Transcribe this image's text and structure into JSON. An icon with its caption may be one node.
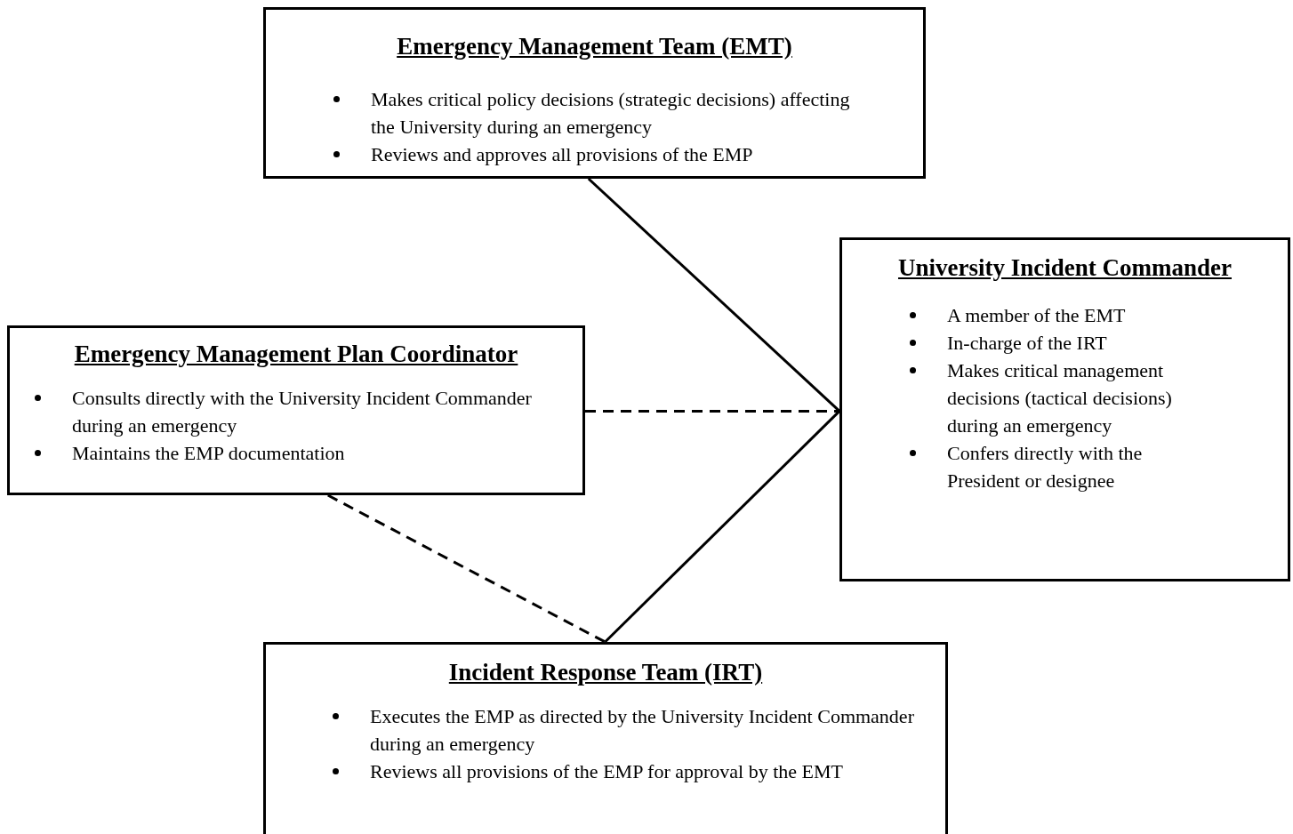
{
  "diagram": {
    "nodes": [
      {
        "text": [
          "Emergency Management Team (EMT)",
          "Makes critical policy decisions (strategic decisions) affecting the University during an emergency",
          "Reviews and approves all provisions of the EMP"
        ]
      },
      {
        "text": [
          "University Incident Commander",
          "A member of the EMT",
          "In-charge of the IRT",
          "Makes critical management decisions (tactical decisions) during an emergency",
          "Confers directly with the President or designee"
        ]
      },
      {
        "text": [
          "Emergency Management Plan Coordinator",
          "Consults directly with the University Incident Commander during an emergency",
          "Maintains the EMP documentation"
        ]
      },
      {
        "text": [
          "Incident Response Team (IRT)",
          "Executes the EMP as directed by the University Incident Commander during an emergency",
          "Reviews all provisions of the EMP for approval by the EMT"
        ]
      }
    ],
    "edges": [
      {
        "from": 0,
        "to": 1,
        "arrow": "none"
      },
      {
        "from": 2,
        "to": 1,
        "arrow": "none",
        "style": "dashed"
      },
      {
        "from": 2,
        "to": 3,
        "arrow": "none",
        "style": "dashed"
      },
      {
        "from": 3,
        "to": 1,
        "arrow": "none"
      }
    ]
  }
}
